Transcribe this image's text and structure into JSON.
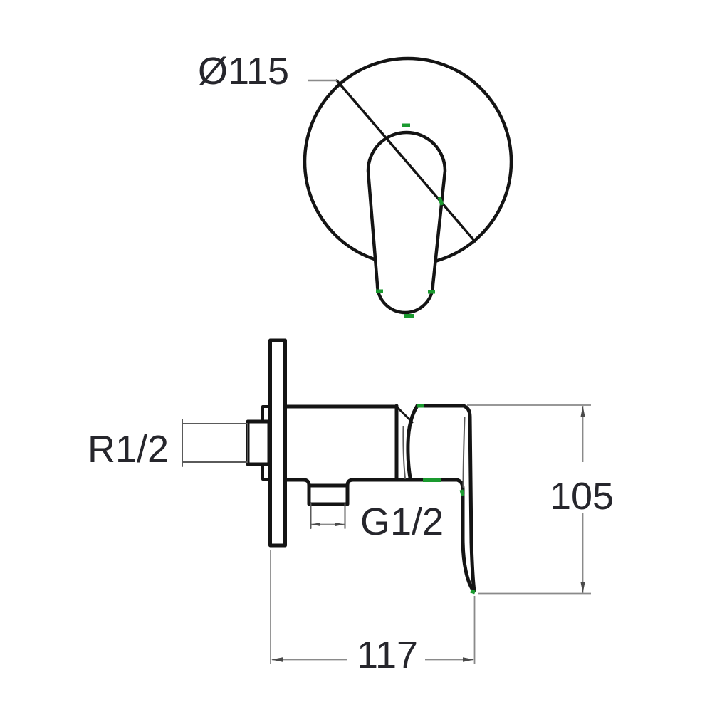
{
  "drawing": {
    "kind": "faucet-mixer-dimension-drawing",
    "front_view": {
      "diameter_label": "Ø115"
    },
    "side_view": {
      "inlet_thread_label": "R1/2",
      "outlet_thread_label": "G1/2",
      "height_label": "105",
      "width_label": "117"
    }
  },
  "colors": {
    "background": "#ffffff",
    "ink": "#141414",
    "thin_line": "#5a5a5a",
    "dimension_line": "#8a8a8a",
    "dimension_arrow": "#4a4a4a",
    "label_text": "#26262c",
    "artifact_green": "#1a9a2f"
  }
}
